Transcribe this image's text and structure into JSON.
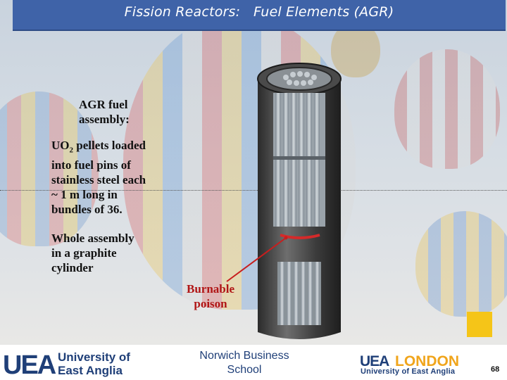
{
  "slide": {
    "title": "Fission Reactors:   Fuel Elements (AGR)",
    "caption_line1": "AGR fuel",
    "caption_line2": "assembly:",
    "para1": {
      "prefix": "UO",
      "subscript": "2",
      "line1_rest": " pellets loaded",
      "line2": "into fuel pins of",
      "line3": "stainless steel each",
      "line4": "~ 1 m long in",
      "line5": "bundles of 36."
    },
    "para2": {
      "line1": "Whole assembly",
      "line2": "in a graphite",
      "line3": "cylinder"
    },
    "poison_label_line1": "Burnable",
    "poison_label_line2": "poison",
    "page_number": "68"
  },
  "footer": {
    "uea_logo_text": "UEA",
    "uea_name_line1": "University of",
    "uea_name_line2": "East Anglia",
    "school_line1": "Norwich Business",
    "school_line2": "School",
    "london_logo_uea": "UEA",
    "london_logo_word": "LONDON",
    "london_subtitle": "University of East Anglia"
  },
  "colors": {
    "title_bar": "#3f63a8",
    "title_text": "#ffffff",
    "poison_label": "#b01515",
    "brand_navy": "#1f3f78",
    "accent_yellow": "#f5c518"
  }
}
